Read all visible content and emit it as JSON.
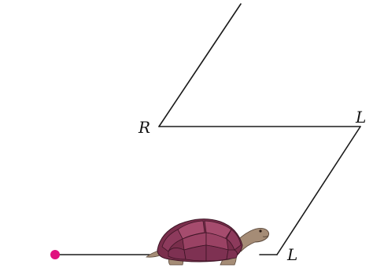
{
  "labels": {
    "turn_right": "R",
    "turn_left_top": "L",
    "turn_left_bottom": "L"
  },
  "colors": {
    "path": "#1a1a1a",
    "start_dot": "#e0127f",
    "shell": "#8a3a5a",
    "shell_plate": "#a64c6e",
    "skin": "#a58c76"
  },
  "icons": {
    "start_marker": "dot",
    "turtle": "turtle-icon"
  }
}
